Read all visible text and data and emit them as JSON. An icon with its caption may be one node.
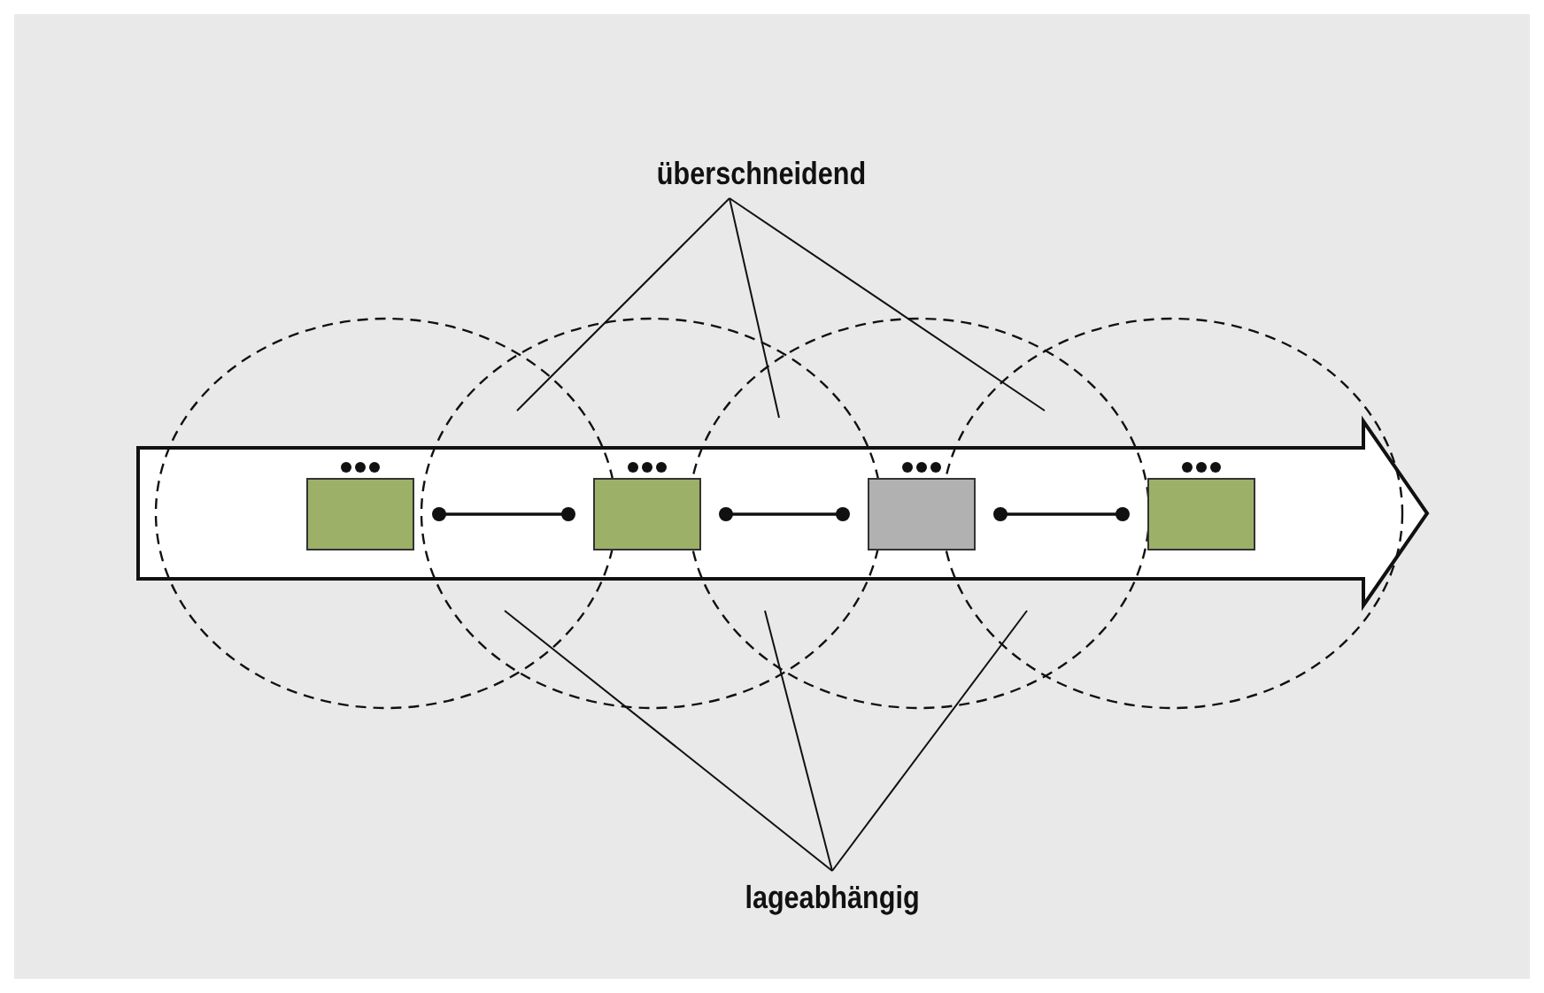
{
  "diagram": {
    "nodes": [
      {
        "text": [
          "überschneidend"
        ]
      },
      {
        "text": [],
        "shape": "box"
      },
      {
        "text": [],
        "shape": "box"
      },
      {
        "text": [],
        "shape": "box"
      },
      {
        "text": [],
        "shape": "box"
      },
      {
        "text": [
          "lageabhängig"
        ]
      }
    ],
    "edges": [
      {
        "from": 0,
        "to": null,
        "arrow": "none"
      },
      {
        "from": 0,
        "to": null,
        "arrow": "none"
      },
      {
        "from": 0,
        "to": null,
        "arrow": "none"
      },
      {
        "from": 1,
        "to": 2,
        "arrow": "other"
      },
      {
        "from": 2,
        "to": 3,
        "arrow": "other"
      },
      {
        "from": 3,
        "to": 4,
        "arrow": "other"
      },
      {
        "from": 5,
        "to": null,
        "arrow": "none"
      },
      {
        "from": 5,
        "to": null,
        "arrow": "none"
      },
      {
        "from": 5,
        "to": null,
        "arrow": "none"
      }
    ]
  }
}
